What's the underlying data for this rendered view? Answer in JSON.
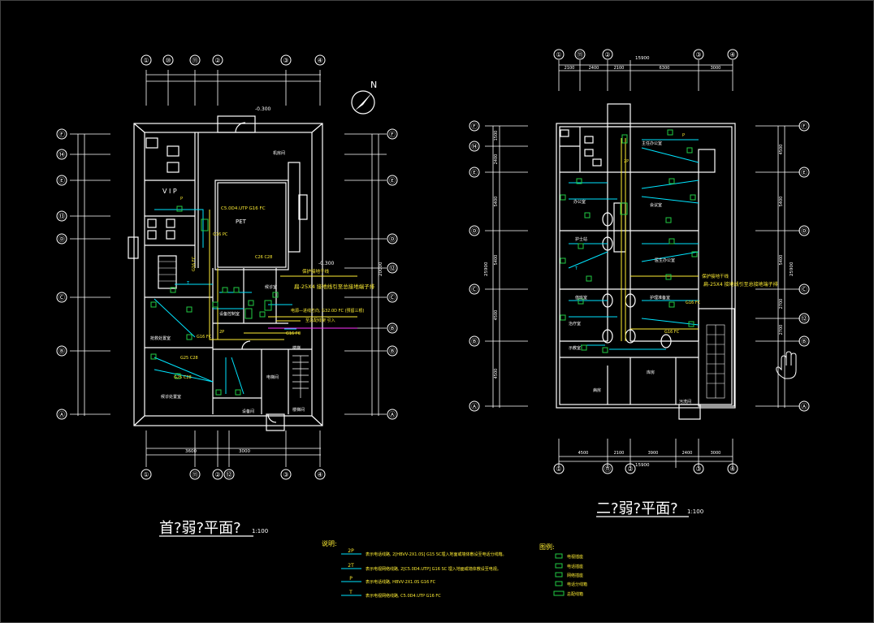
{
  "colors": {
    "background": "#000000",
    "wall": "#ffffff",
    "dim": "#ffffff",
    "wire": "#00e5ff",
    "green": "#22cc44",
    "label": "#ffff33",
    "magenta": "#ff33ff"
  },
  "plan1": {
    "title": "首?弱?平面?",
    "scale": "1:100",
    "axes_top": [
      "①",
      "⑩",
      "⑪",
      "②",
      "③",
      "④"
    ],
    "axes_bottom": [
      "①",
      "⑪",
      "②",
      "⑫",
      "③",
      "④"
    ],
    "axes_side": [
      "Ⓕ",
      "⑭",
      "Ⓔ",
      "⑬",
      "Ⓓ",
      "⑫",
      "Ⓒ",
      "Ⓑ",
      "Ⓐ"
    ],
    "level": "-0.300",
    "level2": "-0.300",
    "north": "N",
    "room_vip": "V I P",
    "room_pet": "PET",
    "room_upper_right": "机房间",
    "panel_label": "C5.0D4.UTP G16 FC",
    "cable_1": "G16 PC",
    "cable_2": "G16 FC",
    "cable_3": "G16 FC",
    "cable_4": "G25 C28",
    "cable_5": "G25 C28",
    "cable_6": "C26 C28",
    "cable_7": "G16 FC",
    "ground_note_1": "保护接地干线",
    "ground_note_2": "扁-25X4 接地线引至总接地端子排",
    "incoming_note": "电源—进线方向, G32.0D FC (预留三根)",
    "incoming_note_2": "至总配线架 引入",
    "room_lower_left": "抢救处置室",
    "room_lower_left2": "候诊处置室",
    "room_mid": "设备控制室",
    "room_mid2": "候诊室",
    "room_bottom": "设备间",
    "room_bottom2": "楼梯间",
    "room_right": "电梯间",
    "room_stair": "楼梯",
    "dim_bottom_1": "3600",
    "dim_bottom_2": "3000",
    "dim_side": "20000",
    "tag_2p": "2P",
    "tag_p": "P",
    "tag_t": "T"
  },
  "plan2": {
    "title": "二?弱?平面?",
    "scale": "1:100",
    "axes_top": [
      "①",
      "⑪",
      "②",
      "③",
      "④"
    ],
    "axes_bottom": [
      "①",
      "⑪",
      "②",
      "③",
      "④"
    ],
    "axes_side_left": [
      "Ⓕ",
      "⑭",
      "Ⓔ",
      "Ⓓ",
      "Ⓒ",
      "Ⓑ",
      "Ⓐ"
    ],
    "axes_side_right": [
      "Ⓕ",
      "Ⓔ",
      "Ⓓ",
      "Ⓒ",
      "⑫",
      "Ⓑ",
      "Ⓐ"
    ],
    "dims_top": [
      "2100",
      "2400",
      "2100",
      "6300",
      "3000"
    ],
    "dim_top_total": "15900",
    "dims_bottom": [
      "4500",
      "2100",
      "3900",
      "2400",
      "3000"
    ],
    "dim_bottom_total": "15900",
    "dims_side_left": [
      "1500",
      "2400",
      "5400",
      "5400",
      "4500",
      "4500"
    ],
    "dim_side_left_total": "25900",
    "dims_side_right": [
      "4500",
      "5400",
      "5400",
      "2700",
      "2700"
    ],
    "dim_side_right_total": "25900",
    "ground_note_1": "保护接地干线",
    "ground_note_2": "扁-25X4 接地线引至总接地端子排",
    "cable_1": "G16 FC",
    "cable_2": "G16 FC",
    "room_1": "主任办公室",
    "room_2": "办公室",
    "room_3": "会议室",
    "room_4": "护士站",
    "room_5": "医生办公室",
    "room_6": "值班室",
    "room_7": "治疗室",
    "room_8": "护理准备室",
    "room_9": "库房",
    "room_10": "污洗间",
    "room_11": "病房",
    "room_12": "示教室",
    "tag_2p": "2P",
    "tag_p": "P",
    "tag_t": "T"
  },
  "notes": {
    "title": "说明:",
    "lines": [
      {
        "tag": "2P",
        "text": "表示电话线路, 2[HBVV-2X1.0S] G15 SC埋入地面或墙体敷设至电话分线箱。"
      },
      {
        "tag": "2T",
        "text": "表示电视网络线路, 2[C5.0D4.UTP] G16 SC 埋入地面或墙体敷设至电视。"
      },
      {
        "tag": "P",
        "text": "表示电话线路, HBVV-2X1.0S G16 FC"
      },
      {
        "tag": "T",
        "text": "表示电视网络线路, C5.0D4.UTP G16 FC"
      }
    ]
  },
  "legend": {
    "title": "图例:",
    "items": [
      "电视插座",
      "电话插座",
      "网络插座",
      "电话分线箱",
      "总配线箱"
    ]
  }
}
